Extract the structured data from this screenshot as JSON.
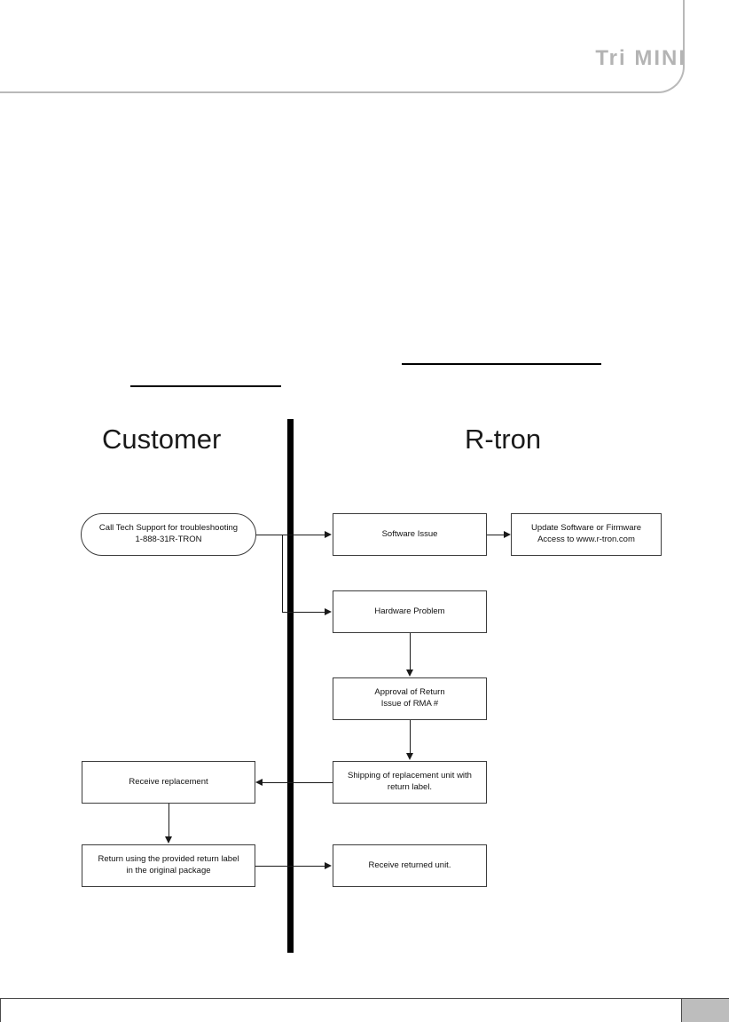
{
  "header": {
    "brand": "Tri MINI"
  },
  "diagram": {
    "type": "flowchart",
    "title": "",
    "lanes": [
      {
        "id": "customer",
        "label": "Customer"
      },
      {
        "id": "r-tron",
        "label": "R-tron"
      }
    ],
    "nodes": [
      {
        "id": "call-tech-support",
        "lane": "customer",
        "shape": "rounded-rectangle",
        "line1": "Call Tech Support for troubleshooting",
        "line2": "1-888-31R-TRON"
      },
      {
        "id": "software-issue",
        "lane": "r-tron",
        "shape": "rectangle",
        "line1": "Software Issue",
        "line2": ""
      },
      {
        "id": "update-software",
        "lane": "r-tron",
        "shape": "rectangle",
        "line1": "Update Software or Firmware",
        "line2": "Access to www.r-tron.com"
      },
      {
        "id": "hardware-problem",
        "lane": "r-tron",
        "shape": "rectangle",
        "line1": "Hardware Problem",
        "line2": ""
      },
      {
        "id": "approval-of-return",
        "lane": "r-tron",
        "shape": "rectangle",
        "line1": "Approval of Return",
        "line2": "Issue of RMA #"
      },
      {
        "id": "shipping-replacement",
        "lane": "r-tron",
        "shape": "rectangle",
        "line1": "Shipping of replacement unit with",
        "line2": "return label."
      },
      {
        "id": "receive-replacement",
        "lane": "customer",
        "shape": "rectangle",
        "line1": "Receive replacement",
        "line2": ""
      },
      {
        "id": "return-using-label",
        "lane": "customer",
        "shape": "rectangle",
        "line1": "Return using the provided return label",
        "line2": "in the original package"
      },
      {
        "id": "receive-returned-unit",
        "lane": "r-tron",
        "shape": "rectangle",
        "line1": "Receive returned unit.",
        "line2": ""
      }
    ],
    "edges": [
      {
        "from": "call-tech-support",
        "to": "software-issue",
        "direction": "right"
      },
      {
        "from": "call-tech-support",
        "to": "hardware-problem",
        "direction": "right"
      },
      {
        "from": "software-issue",
        "to": "update-software",
        "direction": "right"
      },
      {
        "from": "hardware-problem",
        "to": "approval-of-return",
        "direction": "down"
      },
      {
        "from": "approval-of-return",
        "to": "shipping-replacement",
        "direction": "down"
      },
      {
        "from": "shipping-replacement",
        "to": "receive-replacement",
        "direction": "left"
      },
      {
        "from": "receive-replacement",
        "to": "return-using-label",
        "direction": "down"
      },
      {
        "from": "return-using-label",
        "to": "receive-returned-unit",
        "direction": "right"
      }
    ]
  },
  "colors": {
    "brand": "#b4b4b4",
    "line": "#1a1a1a",
    "footer_tab": "#bdbdbd",
    "frame": "#b9b9b9"
  }
}
